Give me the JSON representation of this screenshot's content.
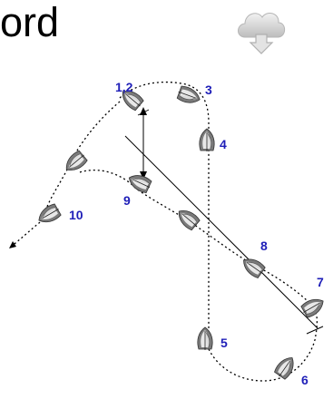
{
  "header": {
    "title_fragment": "ord",
    "download_icon": "cloud-download-icon"
  },
  "colors": {
    "label": "#1f1fb8",
    "hull": "#6f6f6f",
    "hull_light": "#d9d9d9",
    "sail": "#e6e6e6",
    "line": "#000000",
    "cloud": "#c9c9c9",
    "cloud_light": "#ececec"
  },
  "diagram": {
    "labels": {
      "p12": "1,2",
      "p3": "3",
      "p4": "4",
      "p5": "5",
      "p6": "6",
      "p7": "7",
      "p8": "8",
      "p9": "9",
      "p10": "10"
    }
  }
}
